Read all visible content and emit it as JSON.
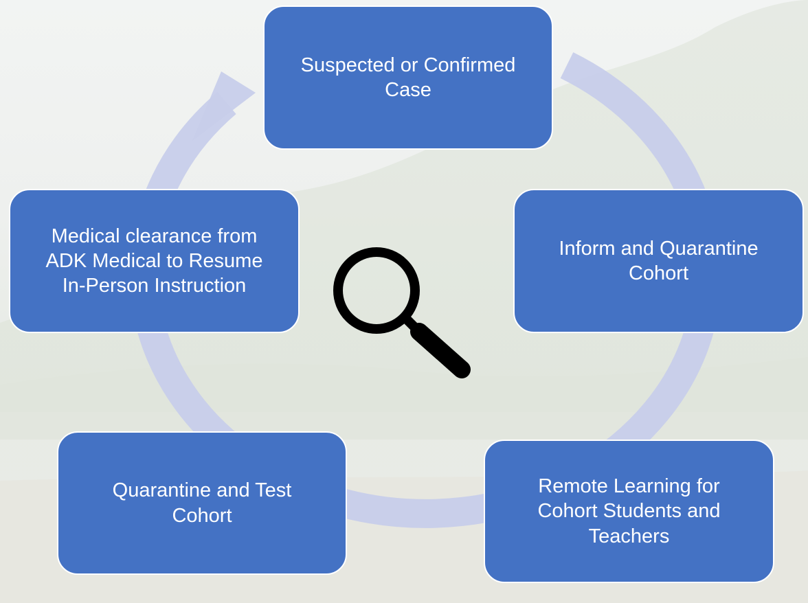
{
  "colors": {
    "node_fill": "#4472c4",
    "node_border": "#ffffff",
    "ring": "#c7cdea",
    "icon": "#000000"
  },
  "cycle": {
    "steps": [
      {
        "id": "suspected",
        "label": "Suspected or Confirmed\nCase"
      },
      {
        "id": "inform",
        "label": "Inform and Quarantine\nCohort"
      },
      {
        "id": "remote",
        "label": "Remote Learning for\nCohort Students and\nTeachers"
      },
      {
        "id": "quarantine-test",
        "label": "Quarantine and Test\nCohort"
      },
      {
        "id": "clearance",
        "label": "Medical clearance from\nADK Medical to Resume\nIn-Person Instruction"
      }
    ],
    "center_icon": "magnifying-glass-icon"
  }
}
